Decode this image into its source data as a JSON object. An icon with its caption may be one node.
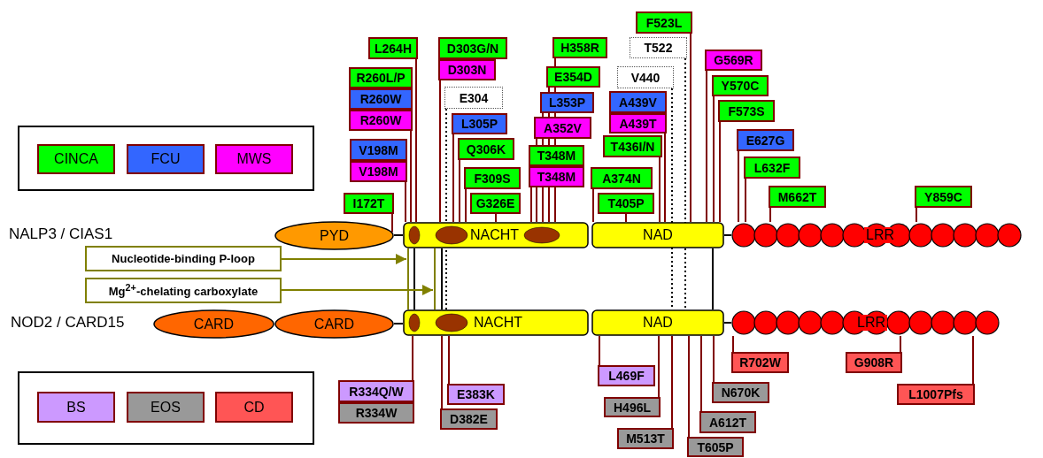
{
  "diagram": {
    "nodes": [
      {
        "text": [
          "I172T"
        ]
      },
      {
        "text": [
          "V198M"
        ]
      },
      {
        "text": [
          "V198M"
        ]
      },
      {
        "text": [
          "R260L/P"
        ]
      },
      {
        "text": [
          "R260W"
        ]
      },
      {
        "text": [
          "R260W"
        ]
      },
      {
        "text": [
          "L264H"
        ]
      },
      {
        "text": [
          "D303G/N"
        ]
      },
      {
        "text": [
          "D303N"
        ]
      },
      {
        "text": [
          "E304"
        ]
      },
      {
        "text": [
          "L305P"
        ]
      },
      {
        "text": [
          "Q306K"
        ]
      },
      {
        "text": [
          "F309S"
        ]
      },
      {
        "text": [
          "G326E"
        ]
      },
      {
        "text": [
          "H358R"
        ]
      },
      {
        "text": [
          "E354D"
        ]
      },
      {
        "text": [
          "L353P"
        ]
      },
      {
        "text": [
          "A352V"
        ]
      },
      {
        "text": [
          "T348M"
        ]
      },
      {
        "text": [
          "T348M"
        ]
      },
      {
        "text": [
          "A374N"
        ]
      },
      {
        "text": [
          "T405P"
        ]
      },
      {
        "text": [
          "T436I/N"
        ]
      },
      {
        "text": [
          "A439V"
        ]
      },
      {
        "text": [
          "A439T"
        ]
      },
      {
        "text": [
          "V440"
        ]
      },
      {
        "text": [
          "T522"
        ]
      },
      {
        "text": [
          "F523L"
        ]
      },
      {
        "text": [
          "G569R"
        ]
      },
      {
        "text": [
          "Y570C"
        ]
      },
      {
        "text": [
          "F573S"
        ]
      },
      {
        "text": [
          "E627G"
        ]
      },
      {
        "text": [
          "L632F"
        ]
      },
      {
        "text": [
          "M662T"
        ]
      },
      {
        "text": [
          "Y859C"
        ]
      },
      {
        "text": [
          "PYD"
        ]
      },
      {
        "text": [
          "NACHT"
        ]
      },
      {
        "text": [
          "NAD"
        ]
      },
      {
        "text": [
          "LRR"
        ]
      },
      {
        "text": [
          "Nucleotide-binding P-loop"
        ]
      },
      {
        "text": [
          "Mg$^{2+}$-chelating carboxylate"
        ]
      },
      {
        "text": [
          "CARD"
        ]
      },
      {
        "text": [
          "CARD"
        ]
      },
      {
        "text": [
          "NACHT"
        ]
      },
      {
        "text": [
          "NAD"
        ]
      },
      {
        "text": [
          "LRR"
        ]
      },
      {
        "text": [
          "R334Q/W"
        ]
      },
      {
        "text": [
          "R334W"
        ]
      },
      {
        "text": [
          "E383K"
        ]
      },
      {
        "text": [
          "D382E"
        ]
      },
      {
        "text": [
          "L469F"
        ]
      },
      {
        "text": [
          "H496L"
        ]
      },
      {
        "text": [
          "M513T"
        ]
      },
      {
        "text": [
          "T605P"
        ]
      },
      {
        "text": [
          "A612T"
        ]
      },
      {
        "text": [
          "N670K"
        ]
      },
      {
        "text": [
          "R702W"
        ]
      },
      {
        "text": [
          "G908R"
        ]
      },
      {
        "text": [
          "L1007Pfs"
        ]
      }
    ],
    "edges": [
      {
        "from": 0,
        "to": 35,
        "arrow": "none"
      },
      {
        "from": 2,
        "to": 36,
        "arrow": "none"
      },
      {
        "from": 5,
        "to": 36,
        "arrow": "none"
      },
      {
        "from": 6,
        "to": 36,
        "arrow": "none"
      },
      {
        "from": 8,
        "to": 36,
        "arrow": "none"
      },
      {
        "from": 10,
        "to": 36,
        "arrow": "none"
      },
      {
        "from": 11,
        "to": 36,
        "arrow": "none"
      },
      {
        "from": 12,
        "to": 36,
        "arrow": "none"
      },
      {
        "from": 13,
        "to": 36,
        "arrow": "none"
      },
      {
        "from": 14,
        "to": 36,
        "arrow": "none"
      },
      {
        "from": 15,
        "to": 36,
        "arrow": "none"
      },
      {
        "from": 16,
        "to": 36,
        "arrow": "none"
      },
      {
        "from": 17,
        "to": 36,
        "arrow": "none"
      },
      {
        "from": 19,
        "to": 36,
        "arrow": "none"
      },
      {
        "from": 20,
        "to": 37,
        "arrow": "none"
      },
      {
        "from": 21,
        "to": 37,
        "arrow": "none"
      },
      {
        "from": 22,
        "to": 37,
        "arrow": "none"
      },
      {
        "from": 24,
        "to": 37,
        "arrow": "none"
      },
      {
        "from": 27,
        "to": 37,
        "arrow": "none"
      },
      {
        "from": 28,
        "to": 37,
        "arrow": "none"
      },
      {
        "from": 29,
        "to": 37,
        "arrow": "none"
      },
      {
        "from": 30,
        "to": 37,
        "arrow": "none"
      },
      {
        "from": 31,
        "to": 38,
        "arrow": "none"
      },
      {
        "from": 32,
        "to": 38,
        "arrow": "none"
      },
      {
        "from": 33,
        "to": 38,
        "arrow": "none"
      },
      {
        "from": 34,
        "to": 38,
        "arrow": "none"
      },
      {
        "from": 9,
        "to": 43,
        "arrow": "none",
        "style": "dashed",
        "color": "#000000"
      },
      {
        "from": 25,
        "to": 44,
        "arrow": "none",
        "style": "dashed",
        "color": "#000000"
      },
      {
        "from": 26,
        "to": 44,
        "arrow": "none",
        "style": "dashed",
        "color": "#000000"
      },
      {
        "from": 36,
        "to": 43,
        "arrow": "none",
        "color": "#000000"
      },
      {
        "from": 36,
        "to": 43,
        "arrow": "none",
        "color": "#000000"
      },
      {
        "from": 37,
        "to": 44,
        "arrow": "none",
        "color": "#000000"
      },
      {
        "from": 36,
        "to": 43,
        "arrow": "none",
        "color": "#808000"
      },
      {
        "from": 36,
        "to": 43,
        "arrow": "none",
        "color": "#808000"
      },
      {
        "from": 39,
        "to": 36,
        "arrow": "to",
        "color": "#808000"
      },
      {
        "from": 40,
        "to": 43,
        "arrow": "to",
        "color": "#808000"
      },
      {
        "from": 35,
        "to": 36,
        "arrow": "none",
        "color": "#000000"
      },
      {
        "from": 37,
        "to": 38,
        "arrow": "none",
        "color": "#000000"
      },
      {
        "from": 42,
        "to": 43,
        "arrow": "none",
        "color": "#000000"
      },
      {
        "from": 44,
        "to": 45,
        "arrow": "none",
        "color": "#000000"
      },
      {
        "from": 46,
        "to": 43,
        "arrow": "none"
      },
      {
        "from": 48,
        "to": 43,
        "arrow": "none"
      },
      {
        "from": 49,
        "to": 43,
        "arrow": "none"
      },
      {
        "from": 50,
        "to": 44,
        "arrow": "none"
      },
      {
        "from": 51,
        "to": 44,
        "arrow": "none"
      },
      {
        "from": 52,
        "to": 44,
        "arrow": "none"
      },
      {
        "from": 53,
        "to": 44,
        "arrow": "none"
      },
      {
        "from": 54,
        "to": 44,
        "arrow": "none"
      },
      {
        "from": 55,
        "to": 44,
        "arrow": "none"
      },
      {
        "from": 56,
        "to": 45,
        "arrow": "none"
      },
      {
        "from": 57,
        "to": 45,
        "arrow": "none"
      },
      {
        "from": 58,
        "to": 45,
        "arrow": "none"
      }
    ],
    "labels": [
      "NALP3 / CIAS1",
      "NOD2 / CARD15"
    ],
    "legend": [
      {
        "text": "CINCA",
        "color": "#00ff00"
      },
      {
        "text": "FCU",
        "color": "#3366ff"
      },
      {
        "text": "MWS",
        "color": "#ff00ff"
      },
      {
        "text": "BS",
        "color": "#cc99ff"
      },
      {
        "text": "EOS",
        "color": "#999999"
      },
      {
        "text": "CD",
        "color": "#ff5555"
      }
    ]
  }
}
